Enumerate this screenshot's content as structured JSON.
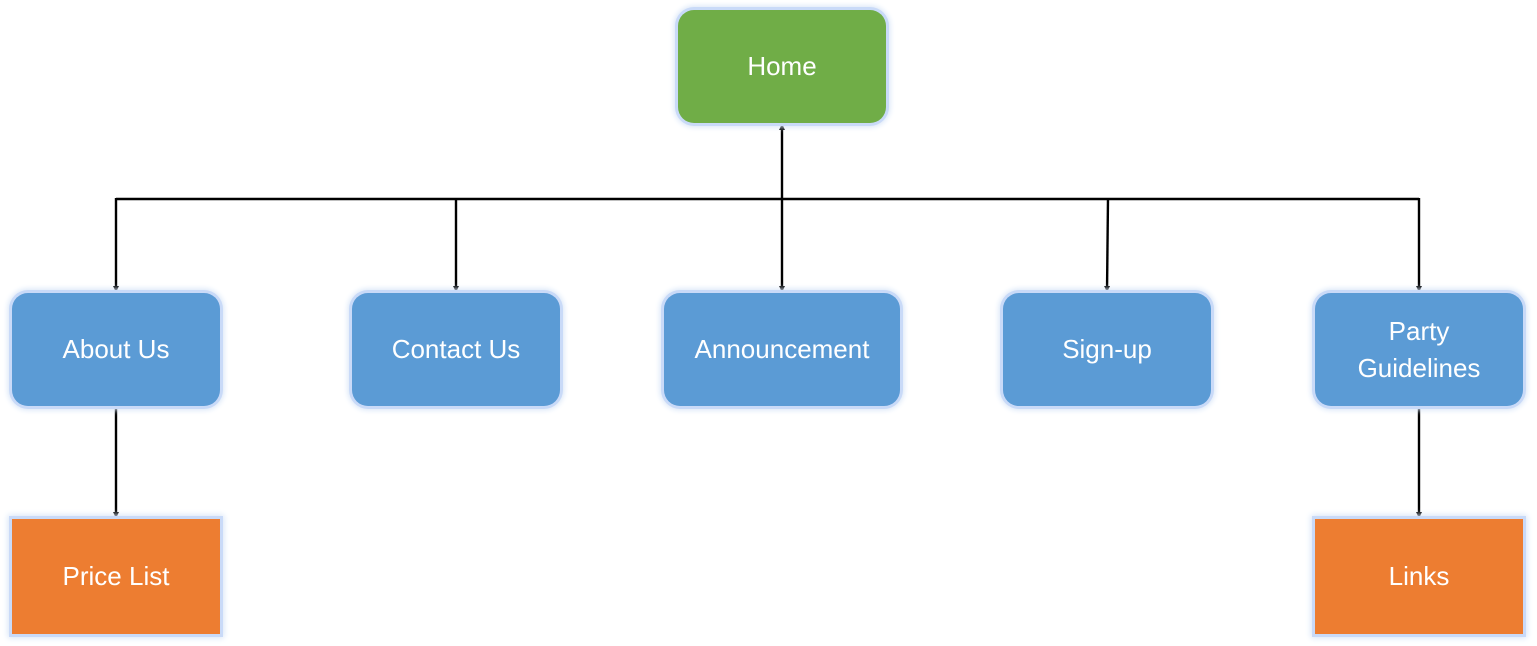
{
  "diagram": {
    "nodes": {
      "home": "Home",
      "about_us": "About Us",
      "contact_us": "Contact Us",
      "announcement": "Announcement",
      "sign_up": "Sign-up",
      "party_guidelines": "Party\nGuidelines",
      "price_list": "Price List",
      "links": "Links"
    },
    "edges": [
      {
        "from": "home",
        "to": "about_us"
      },
      {
        "from": "home",
        "to": "contact_us"
      },
      {
        "from": "home",
        "to": "announcement",
        "bidirectional": true
      },
      {
        "from": "home",
        "to": "sign_up"
      },
      {
        "from": "home",
        "to": "party_guidelines"
      },
      {
        "from": "about_us",
        "to": "price_list"
      },
      {
        "from": "party_guidelines",
        "to": "links"
      }
    ],
    "colors": {
      "home": "#70ad47",
      "pages": "#5b9bd5",
      "subpages": "#ed7d31",
      "connector": "#000000",
      "glow": "#c9daf8"
    }
  }
}
